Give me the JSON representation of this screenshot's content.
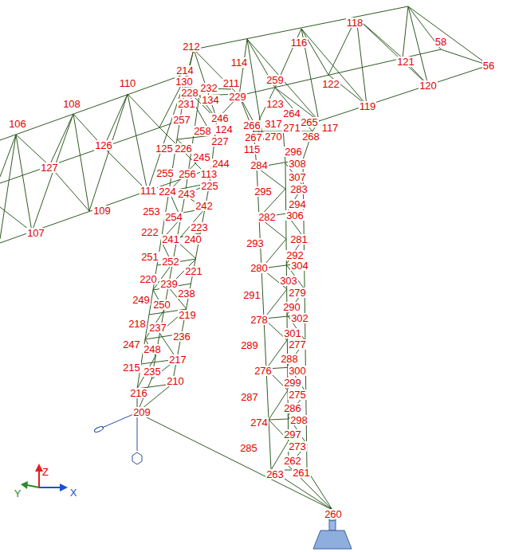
{
  "diagram": {
    "labels": [
      "212",
      "114",
      "116",
      "118",
      "58",
      "56",
      "121",
      "122",
      "120",
      "119",
      "259",
      "211",
      "214",
      "130",
      "228",
      "232",
      "229",
      "134",
      "231",
      "123",
      "264",
      "110",
      "108",
      "106",
      "246",
      "257",
      "317",
      "265",
      "117",
      "266",
      "271",
      "124",
      "258",
      "268",
      "270",
      "267",
      "227",
      "126",
      "125",
      "226",
      "115",
      "296",
      "245",
      "244",
      "284",
      "308",
      "127",
      "255",
      "256",
      "113",
      "307",
      "225",
      "109",
      "111",
      "224",
      "243",
      "295",
      "283",
      "294",
      "242",
      "253",
      "254",
      "306",
      "282",
      "223",
      "107",
      "222",
      "241",
      "240",
      "281",
      "293",
      "292",
      "251",
      "252",
      "304",
      "280",
      "221",
      "220",
      "239",
      "303",
      "279",
      "238",
      "291",
      "249",
      "250",
      "290",
      "219",
      "302",
      "278",
      "218",
      "237",
      "301",
      "236",
      "277",
      "247",
      "289",
      "248",
      "288",
      "217",
      "215",
      "300",
      "235",
      "276",
      "210",
      "299",
      "216",
      "275",
      "287",
      "286",
      "209",
      "298",
      "274",
      "297",
      "273",
      "285",
      "262",
      "261",
      "263",
      "260",
      "Z",
      "Y",
      "X"
    ]
  }
}
